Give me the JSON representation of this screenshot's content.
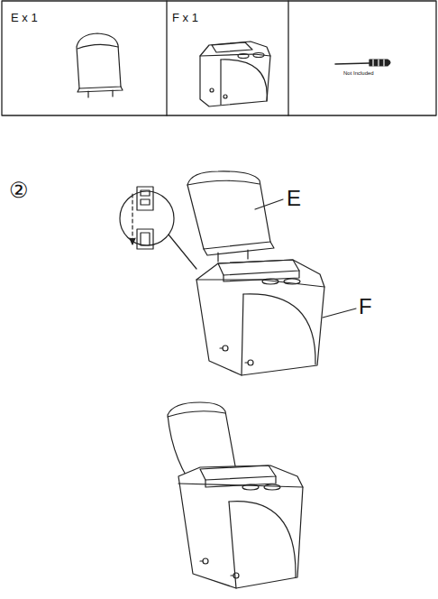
{
  "diagram": {
    "labels": [
      "E x 1",
      "F x 1",
      "Not Included",
      "②",
      "E",
      "F"
    ]
  }
}
